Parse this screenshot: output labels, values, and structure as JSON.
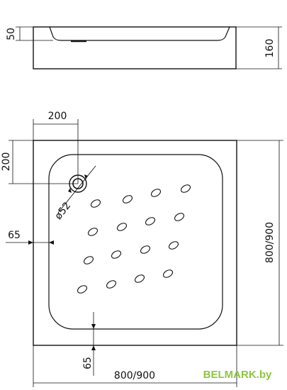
{
  "dimensions": {
    "side_view": {
      "rim_depth": "50",
      "total_height": "160"
    },
    "top_view": {
      "drain_offset_x": "200",
      "drain_offset_y": "200",
      "drain_diameter": "ø52",
      "left_margin": "65",
      "bottom_margin": "65",
      "width": "800/900",
      "depth": "800/900"
    }
  },
  "watermark": {
    "text": "BELMARK.by",
    "color": "#8cc63f"
  },
  "colors": {
    "line": "#111111",
    "background": "#ffffff"
  }
}
